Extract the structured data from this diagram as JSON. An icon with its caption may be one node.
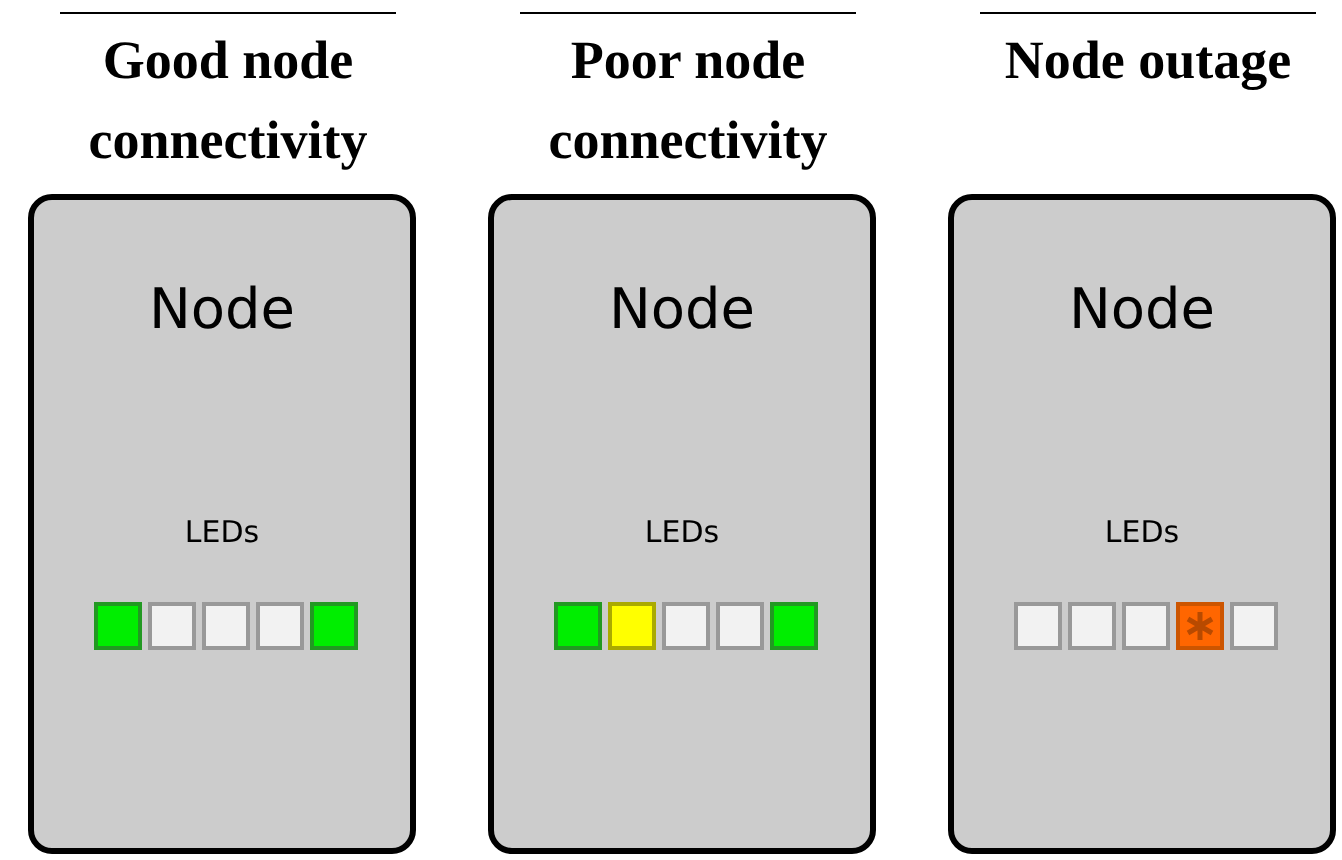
{
  "diagram": {
    "nodes": [
      {
        "text": [
          "Good node connectivity",
          "Node",
          "LEDs"
        ]
      },
      {
        "text": [],
        "shape": "box",
        "in": 0
      },
      {
        "text": [],
        "shape": "box",
        "in": 0
      },
      {
        "text": [],
        "shape": "box",
        "in": 0
      },
      {
        "text": [],
        "shape": "box",
        "in": 0
      },
      {
        "text": [],
        "shape": "box",
        "in": 0
      },
      {
        "text": [
          "Poor node connectivity",
          "Node",
          "LEDs"
        ]
      },
      {
        "text": [],
        "shape": "box",
        "in": 6
      },
      {
        "text": [],
        "shape": "box",
        "in": 6
      },
      {
        "text": [],
        "shape": "box",
        "in": 6
      },
      {
        "text": [],
        "shape": "box",
        "in": 6
      },
      {
        "text": [],
        "shape": "box",
        "in": 6
      },
      {
        "text": [
          "Node outage",
          "Node",
          "LEDs"
        ]
      },
      {
        "text": [],
        "shape": "box",
        "in": 12
      },
      {
        "text": [],
        "shape": "box",
        "in": 12
      },
      {
        "text": [],
        "shape": "box",
        "in": 12
      },
      {
        "text": [],
        "shape": "box",
        "in": 12
      },
      {
        "text": [],
        "shape": "box",
        "in": 12
      }
    ]
  }
}
